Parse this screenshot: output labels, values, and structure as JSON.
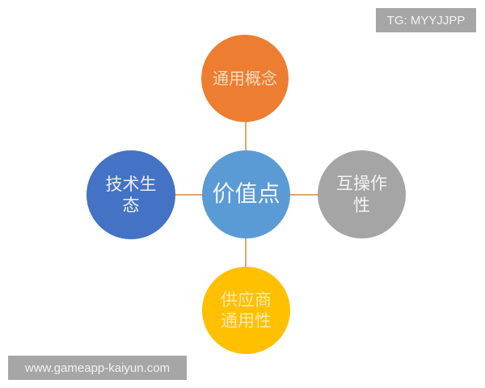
{
  "diagram": {
    "type": "hub-and-spoke",
    "center": {
      "label": "价值点",
      "color": "#5b9bd5"
    },
    "nodes": {
      "top": {
        "label": "通用概念",
        "color": "#ed7d31"
      },
      "left": {
        "label": "技术生态",
        "color": "#4472c4"
      },
      "right": {
        "label": "互操作性",
        "color": "#a5a5a5"
      },
      "bottom": {
        "label": "供应商通用性",
        "color": "#ffc000"
      }
    },
    "connector_color": "#e2a56c"
  },
  "watermarks": {
    "top_right": "TG: MYYJJPP",
    "bottom_left": "www.gameapp-kaiyun.com"
  }
}
